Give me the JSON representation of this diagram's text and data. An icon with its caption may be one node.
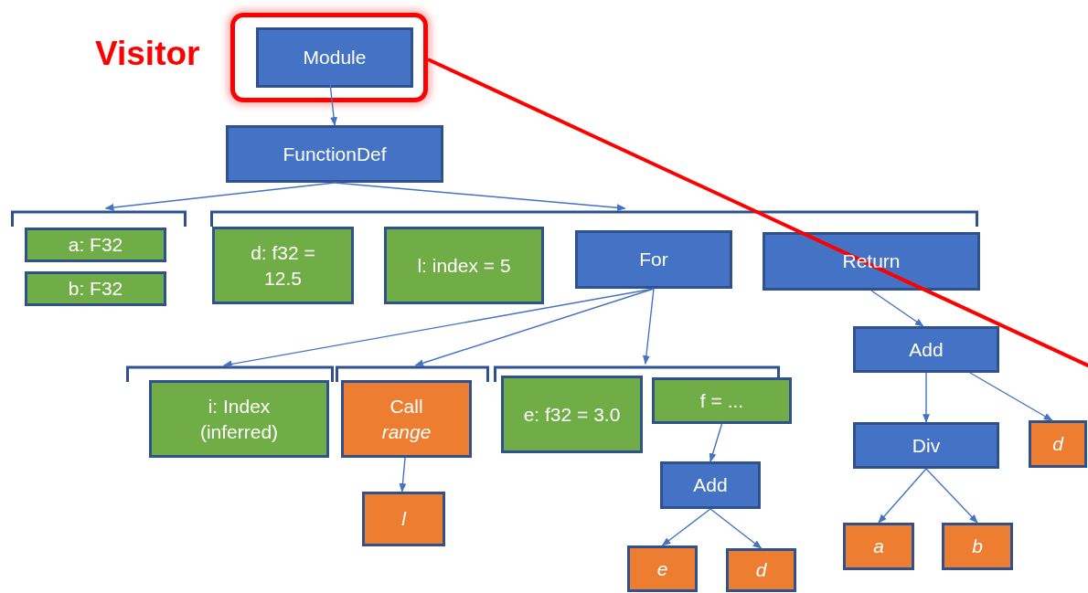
{
  "diagram": {
    "nodes": [
      {
        "text": [],
        "shape": "box"
      },
      {
        "text": [
          "Module"
        ],
        "in": 0
      },
      {
        "text": [
          "FunctionDef"
        ]
      },
      {
        "text": [],
        "shape": "bracket"
      },
      {
        "text": [],
        "shape": "bracket"
      },
      {
        "text": [
          "a: F32"
        ]
      },
      {
        "text": [
          "b: F32"
        ]
      },
      {
        "text": [
          "d: f32 = 12.5"
        ]
      },
      {
        "text": [
          "l: index = 5"
        ]
      },
      {
        "text": [
          "For"
        ]
      },
      {
        "text": [
          "Return"
        ]
      },
      {
        "text": [],
        "shape": "bracket"
      },
      {
        "text": [],
        "shape": "bracket"
      },
      {
        "text": [],
        "shape": "bracket"
      },
      {
        "text": [
          "i: Index (inferred)"
        ]
      },
      {
        "text": [
          "Call",
          "range"
        ]
      },
      {
        "text": [
          "e: f32 = 3.0"
        ]
      },
      {
        "text": [
          "f = ..."
        ]
      },
      {
        "text": [
          "Add"
        ]
      },
      {
        "text": [
          "l"
        ]
      },
      {
        "text": [
          "Add"
        ]
      },
      {
        "text": [
          "Div"
        ]
      },
      {
        "text": [
          "d"
        ]
      },
      {
        "text": [
          "e"
        ]
      },
      {
        "text": [
          "d"
        ]
      },
      {
        "text": [
          "a"
        ]
      },
      {
        "text": [
          "b"
        ]
      }
    ],
    "edges": [
      {
        "from": 1,
        "to": 2,
        "arrow": "to"
      },
      {
        "from": 2,
        "to": 3,
        "arrow": "to"
      },
      {
        "from": 2,
        "to": 4,
        "arrow": "to"
      },
      {
        "from": 9,
        "to": 11,
        "arrow": "to"
      },
      {
        "from": 9,
        "to": 12,
        "arrow": "to"
      },
      {
        "from": 9,
        "to": 13,
        "arrow": "to"
      },
      {
        "from": 10,
        "to": 18,
        "arrow": "to"
      },
      {
        "from": 15,
        "to": 19,
        "arrow": "to"
      },
      {
        "from": 17,
        "to": 20,
        "arrow": "to"
      },
      {
        "from": 18,
        "to": 21,
        "arrow": "to"
      },
      {
        "from": 18,
        "to": 22,
        "arrow": "to"
      },
      {
        "from": 20,
        "to": 23,
        "arrow": "to"
      },
      {
        "from": 20,
        "to": 24,
        "arrow": "to"
      },
      {
        "from": 21,
        "to": 25,
        "arrow": "to"
      },
      {
        "from": 21,
        "to": 26,
        "arrow": "to"
      },
      {
        "from": 0,
        "to": null,
        "arrow": "none",
        "style": "thick",
        "color": "#ff0000"
      }
    ],
    "labels": [
      "Visitor"
    ]
  }
}
